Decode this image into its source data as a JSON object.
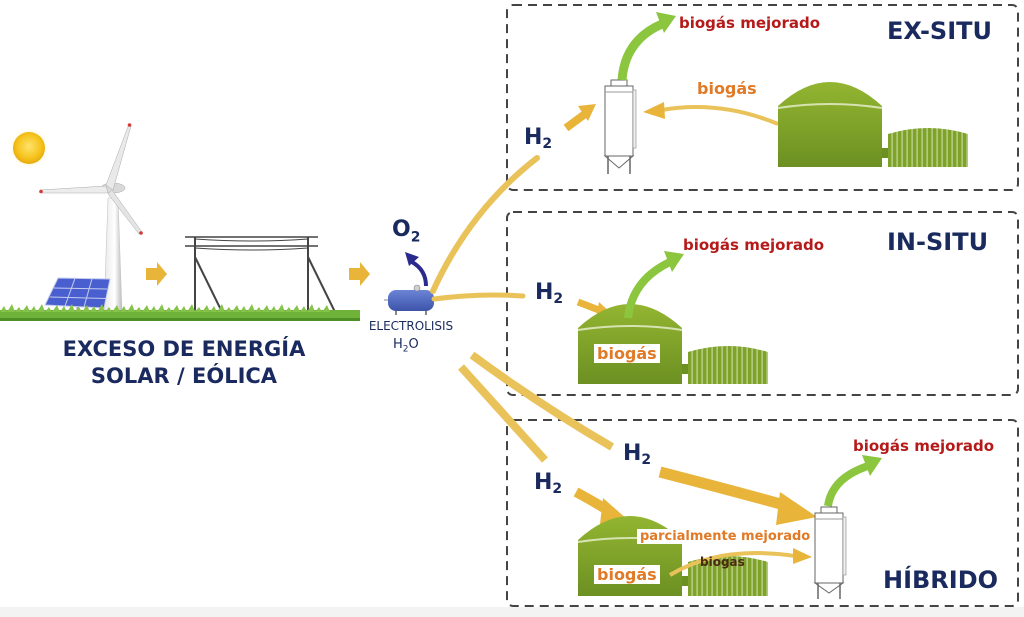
{
  "source": {
    "caption_line1": "EXCESO DE ENERGÍA",
    "caption_line2": "SOLAR / EÓLICA",
    "icons": [
      "sun-icon",
      "wind-turbine-icon",
      "solar-panel-icon",
      "power-line-icon"
    ]
  },
  "electrolysis": {
    "label": "ELECTROLISIS",
    "input_formula": "H",
    "input_sub": "2",
    "input_suffix": "O",
    "output_formula": "O",
    "output_sub": "2"
  },
  "hydrogen": {
    "symbol": "H",
    "sub": "2"
  },
  "sections": [
    {
      "id": "ex-situ",
      "title": "EX-SITU",
      "product_label": "biogás mejorado",
      "biogas_label": "biogás"
    },
    {
      "id": "in-situ",
      "title": "IN-SITU",
      "product_label": "biogás mejorado",
      "biogas_label": "biogás"
    },
    {
      "id": "hibrido",
      "title": "HÍBRIDO",
      "product_label": "biogás mejorado",
      "biogas_label": "biogás",
      "partial_label": "parcialmente mejorado",
      "secondary_label": "biogas"
    }
  ],
  "colors": {
    "navy": "#1a2a5e",
    "red_label": "#b51a1a",
    "orange_label": "#e07a26",
    "arrow_gold": "#e9b43a",
    "digester_green": "#7ea22a",
    "upgrade_green": "#8cc63f",
    "electrolyzer_blue": "#4f67c2"
  }
}
